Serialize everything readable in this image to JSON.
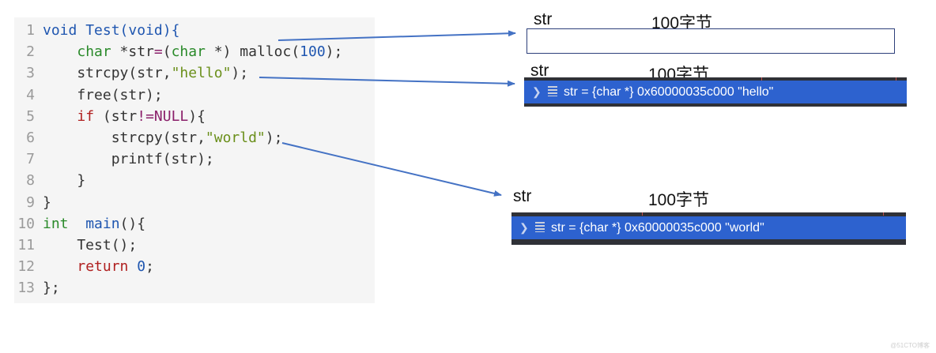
{
  "code_lines": [
    {
      "n": "1",
      "tokens": [
        {
          "t": "void ",
          "c": "k-blue"
        },
        {
          "t": "Test",
          "c": "k-blue"
        },
        {
          "t": "(void){",
          "c": "k-blue"
        }
      ]
    },
    {
      "n": "2",
      "tokens": [
        {
          "t": "    ",
          "c": ""
        },
        {
          "t": "char ",
          "c": "k-green"
        },
        {
          "t": "*str",
          "c": ""
        },
        {
          "t": "=",
          "c": "k-purple"
        },
        {
          "t": "(",
          "c": ""
        },
        {
          "t": "char ",
          "c": "k-green"
        },
        {
          "t": "*) malloc(",
          "c": ""
        },
        {
          "t": "100",
          "c": "k-num"
        },
        {
          "t": ");",
          "c": ""
        }
      ]
    },
    {
      "n": "3",
      "tokens": [
        {
          "t": "    strcpy(str,",
          "c": ""
        },
        {
          "t": "\"hello\"",
          "c": "k-str"
        },
        {
          "t": ");",
          "c": ""
        }
      ]
    },
    {
      "n": "4",
      "tokens": [
        {
          "t": "    free(str);",
          "c": ""
        }
      ]
    },
    {
      "n": "5",
      "tokens": [
        {
          "t": "    ",
          "c": ""
        },
        {
          "t": "if",
          "c": "k-red"
        },
        {
          "t": " (str",
          "c": ""
        },
        {
          "t": "!=",
          "c": "k-purple"
        },
        {
          "t": "NULL",
          "c": "k-purple"
        },
        {
          "t": "){",
          "c": ""
        }
      ]
    },
    {
      "n": "6",
      "tokens": [
        {
          "t": "        strcpy(str,",
          "c": ""
        },
        {
          "t": "\"world\"",
          "c": "k-str"
        },
        {
          "t": ");",
          "c": ""
        }
      ]
    },
    {
      "n": "7",
      "tokens": [
        {
          "t": "        printf(str);",
          "c": ""
        }
      ]
    },
    {
      "n": "8",
      "tokens": [
        {
          "t": "    }",
          "c": ""
        }
      ]
    },
    {
      "n": "9",
      "tokens": [
        {
          "t": "}",
          "c": ""
        }
      ]
    },
    {
      "n": "10",
      "tokens": [
        {
          "t": "int",
          "c": "k-green"
        },
        {
          "t": "  ",
          "c": ""
        },
        {
          "t": "main",
          "c": "k-blue"
        },
        {
          "t": "(){",
          "c": ""
        }
      ]
    },
    {
      "n": "11",
      "tokens": [
        {
          "t": "    Test();",
          "c": ""
        }
      ]
    },
    {
      "n": "12",
      "tokens": [
        {
          "t": "    ",
          "c": ""
        },
        {
          "t": "return",
          "c": "k-red"
        },
        {
          "t": " ",
          "c": ""
        },
        {
          "t": "0",
          "c": "k-num"
        },
        {
          "t": ";",
          "c": ""
        }
      ]
    },
    {
      "n": "13",
      "tokens": [
        {
          "t": "};",
          "c": ""
        }
      ]
    }
  ],
  "memory_blocks": {
    "b1": {
      "var": "str",
      "size": "100字节"
    },
    "b2": {
      "var": "str",
      "size": "100字节",
      "value": "str = {char *} 0x60000035c000 \"hello\""
    },
    "b3": {
      "var": "str",
      "size": "100字节",
      "value": "str = {char *} 0x60000035c000 \"world\""
    }
  },
  "icons": {
    "chevron": "chevron-right-icon",
    "variable": "variable-lines-icon"
  },
  "colors": {
    "arrow": "#4472c4",
    "debug_highlight": "#2d62cf",
    "debug_bg": "#2f3137",
    "code_bg": "#f5f5f5"
  },
  "watermark": "@51CTO博客"
}
